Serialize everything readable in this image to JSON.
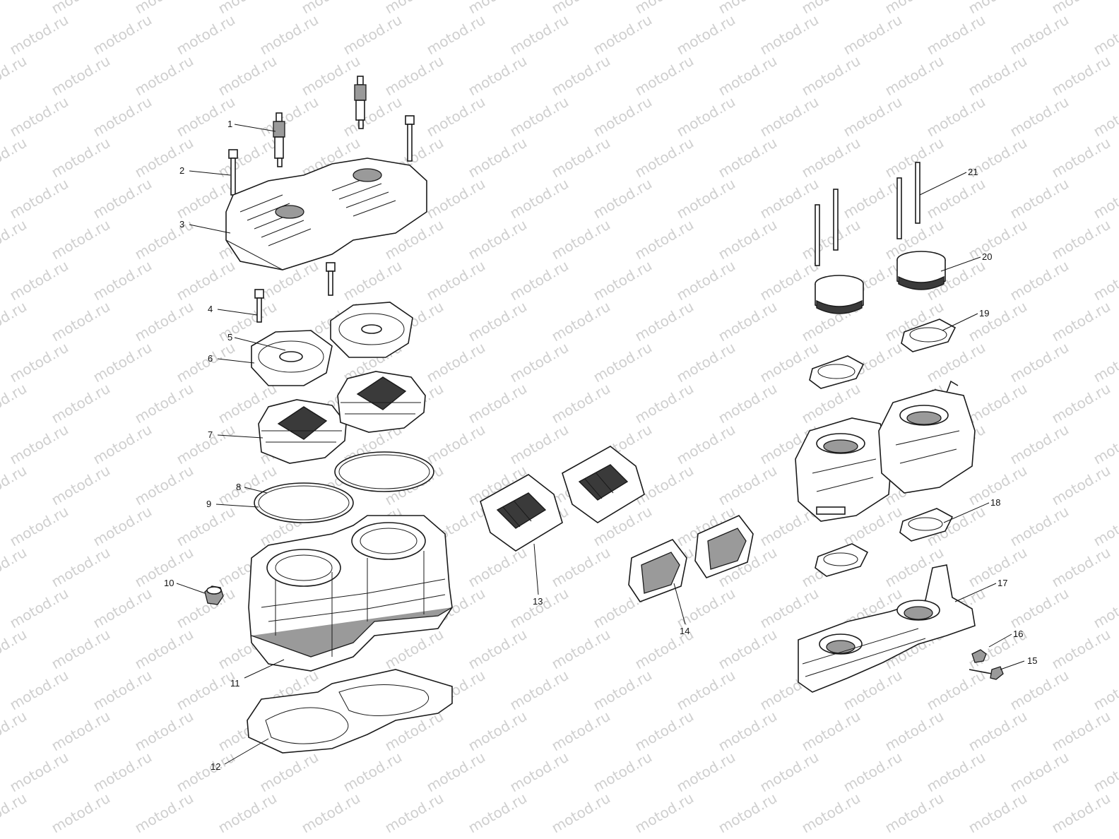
{
  "watermark": {
    "text": "motod.ru",
    "color": "#cfcfcf"
  },
  "callouts": [
    {
      "id": "1",
      "label": "1"
    },
    {
      "id": "2",
      "label": "2"
    },
    {
      "id": "3",
      "label": "3"
    },
    {
      "id": "4",
      "label": "4"
    },
    {
      "id": "5",
      "label": "5"
    },
    {
      "id": "6",
      "label": "6"
    },
    {
      "id": "7",
      "label": "7"
    },
    {
      "id": "8",
      "label": "8"
    },
    {
      "id": "9",
      "label": "9"
    },
    {
      "id": "10",
      "label": "10"
    },
    {
      "id": "11",
      "label": "11"
    },
    {
      "id": "12",
      "label": "12"
    },
    {
      "id": "13",
      "label": "13"
    },
    {
      "id": "14",
      "label": "14"
    },
    {
      "id": "15",
      "label": "15"
    },
    {
      "id": "16",
      "label": "16"
    },
    {
      "id": "17",
      "label": "17"
    },
    {
      "id": "18",
      "label": "18"
    },
    {
      "id": "19",
      "label": "19"
    },
    {
      "id": "20",
      "label": "20"
    },
    {
      "id": "21",
      "label": "21"
    }
  ],
  "icons": {
    "spark-plug": "spark-plug-icon",
    "bolt": "bolt-icon",
    "cylinder-head": "cylinder-head-icon",
    "gasket": "gasket-icon",
    "reed-valve": "reed-valve-icon",
    "carburetor": "carburetor-icon",
    "intake-manifold": "intake-manifold-icon",
    "air-filter": "air-filter-icon"
  }
}
